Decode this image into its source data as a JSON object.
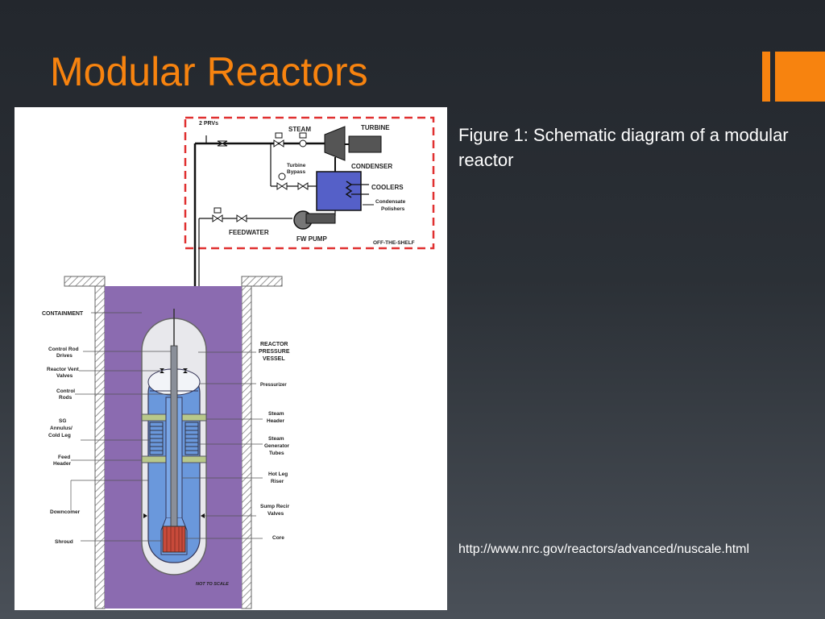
{
  "slide": {
    "title": "Modular Reactors",
    "caption": "Figure 1: Schematic diagram of a modular reactor",
    "source_url": "http://www.nrc.gov/reactors/advanced/nuscale.html"
  },
  "colors": {
    "accent": "#f7830f",
    "containment_pool": "#8b6bb0",
    "coolant": "#5b8fd6",
    "offshelf_border": "#e03030",
    "core": "#c84a3a"
  },
  "diagram": {
    "top": {
      "prvs": "2 PRVs",
      "steam": "STEAM",
      "turbine": "TURBINE",
      "turbine_bypass_1": "Turbine",
      "turbine_bypass_2": "Bypass",
      "condenser": "CONDENSER",
      "coolers": "COOLERS",
      "condensate_1": "Condensate",
      "condensate_2": "Polishers",
      "feedwater": "FEEDWATER",
      "fw_pump": "FW PUMP",
      "off_the_shelf": "OFF-THE-SHELF"
    },
    "left": {
      "containment": "CONTAINMENT",
      "crd_1": "Control Rod",
      "crd_2": "Drives",
      "rvv_1": "Reactor Vent",
      "rvv_2": "Valves",
      "cr_1": "Control",
      "cr_2": "Rods",
      "sg_1": "SG",
      "sg_2": "Annulus/",
      "sg_3": "Cold Leg",
      "feed_1": "Feed",
      "feed_2": "Header",
      "downcomer": "Downcomer",
      "shroud": "Shroud"
    },
    "right": {
      "rpv_1": "REACTOR",
      "rpv_2": "PRESSURE",
      "rpv_3": "VESSEL",
      "pressurizer": "Pressurizer",
      "sh_1": "Steam",
      "sh_2": "Header",
      "sgt_1": "Steam",
      "sgt_2": "Generator",
      "sgt_3": "Tubes",
      "hl_1": "Hot Leg",
      "hl_2": "Riser",
      "sr_1": "Sump Recir",
      "sr_2": "Valves",
      "core": "Core",
      "not_to_scale": "NOT TO SCALE"
    }
  }
}
